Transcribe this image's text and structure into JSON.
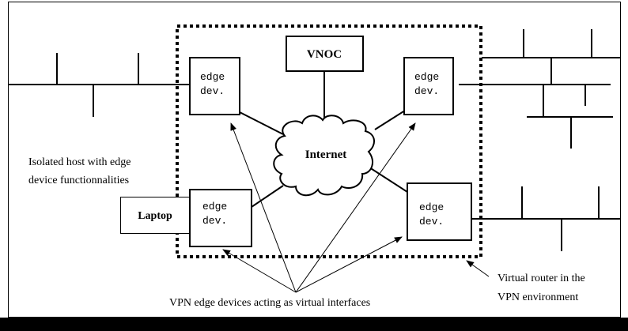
{
  "diagram": {
    "vnoc_label": "VNOC",
    "internet_label": "Internet",
    "laptop_label": "Laptop",
    "edge_devices": [
      {
        "line1": "edge",
        "line2": "dev."
      },
      {
        "line1": "edge",
        "line2": "dev."
      },
      {
        "line1": "edge",
        "line2": "dev."
      },
      {
        "line1": "edge",
        "line2": "dev."
      }
    ],
    "isolated_host_caption": [
      "Isolated host with edge",
      "device functionnalities"
    ],
    "virtual_router_caption": [
      "Virtual router in the",
      "VPN environment"
    ],
    "vpn_edge_caption": "VPN edge devices acting as virtual interfaces",
    "colors": {
      "stroke": "#000000",
      "background": "#ffffff",
      "footer_band": "#000000"
    }
  }
}
